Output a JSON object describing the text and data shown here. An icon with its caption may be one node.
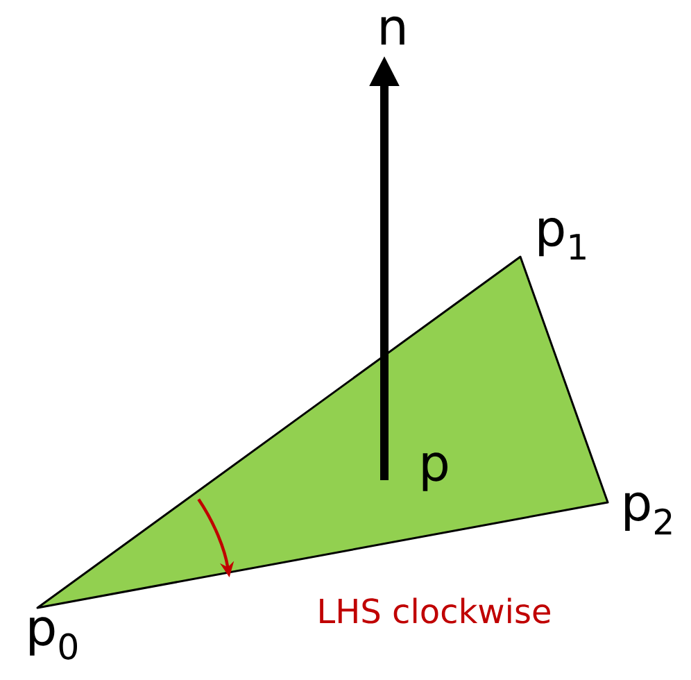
{
  "diagram": {
    "labels": [
      "n",
      "p$_{1}$",
      "p",
      "p$_{2}$",
      "p$_{0}$",
      "LHS clockwise"
    ]
  }
}
